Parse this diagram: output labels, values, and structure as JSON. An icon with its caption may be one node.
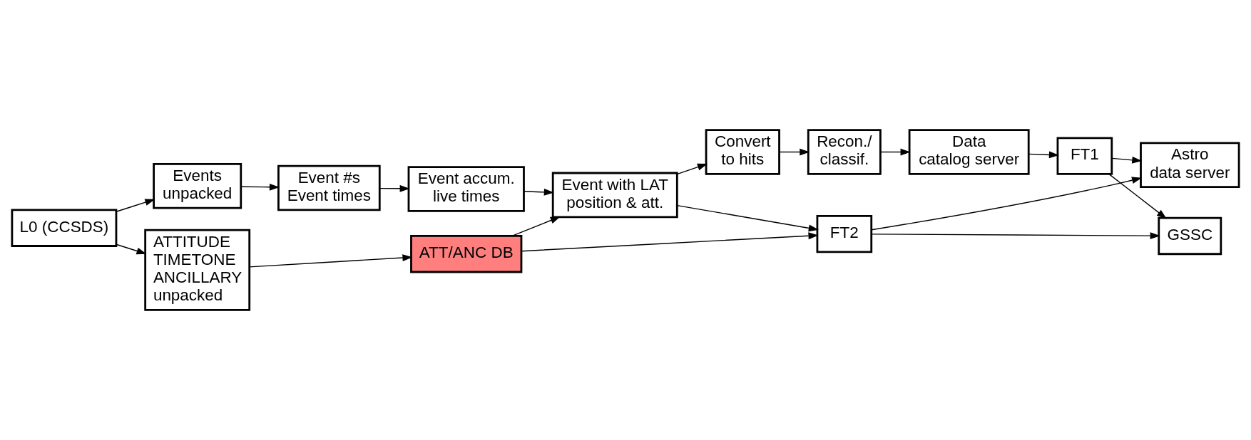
{
  "diagram": {
    "nodes": [
      {
        "text": [
          "L0 (CCSDS)"
        ]
      },
      {
        "text": [
          "Events unpacked"
        ]
      },
      {
        "text": [
          "Event #s Event times"
        ]
      },
      {
        "text": [
          "Event accum. live times"
        ]
      },
      {
        "text": [
          "Event with LAT position & att."
        ]
      },
      {
        "text": [
          "Convert to hits"
        ]
      },
      {
        "text": [
          "ATTITUDE TIMETONE ANCILLARY unpacked"
        ]
      },
      {
        "text": [
          "ATT/ANC DB"
        ]
      },
      {
        "text": [
          "FT2"
        ]
      },
      {
        "text": [
          "Astro data server"
        ]
      },
      {
        "text": [
          "Recon./ classif."
        ]
      },
      {
        "text": [
          "Data catalog server"
        ]
      },
      {
        "text": [
          "FT1"
        ]
      },
      {
        "text": [
          "GSSC"
        ]
      }
    ],
    "edges": [
      {
        "from": 0,
        "to": 1,
        "arrow": "to"
      },
      {
        "from": 0,
        "to": 6,
        "arrow": "to"
      },
      {
        "from": 1,
        "to": 2,
        "arrow": "to"
      },
      {
        "from": 2,
        "to": 3,
        "arrow": "to"
      },
      {
        "from": 3,
        "to": 4,
        "arrow": "to"
      },
      {
        "from": 4,
        "to": 5,
        "arrow": "to"
      },
      {
        "from": 5,
        "to": 10,
        "arrow": "to"
      },
      {
        "from": 6,
        "to": 7,
        "arrow": "to"
      },
      {
        "from": 7,
        "to": 4,
        "arrow": "to"
      },
      {
        "from": 4,
        "to": 8,
        "arrow": "to"
      },
      {
        "from": 7,
        "to": 8,
        "arrow": "to"
      },
      {
        "from": 10,
        "to": 11,
        "arrow": "to"
      },
      {
        "from": 11,
        "to": 12,
        "arrow": "to"
      },
      {
        "from": 8,
        "to": 9,
        "arrow": "to"
      },
      {
        "from": 8,
        "to": 13,
        "arrow": "to"
      },
      {
        "from": 12,
        "to": 9,
        "arrow": "to"
      },
      {
        "from": 12,
        "to": 13,
        "arrow": "to"
      }
    ]
  }
}
